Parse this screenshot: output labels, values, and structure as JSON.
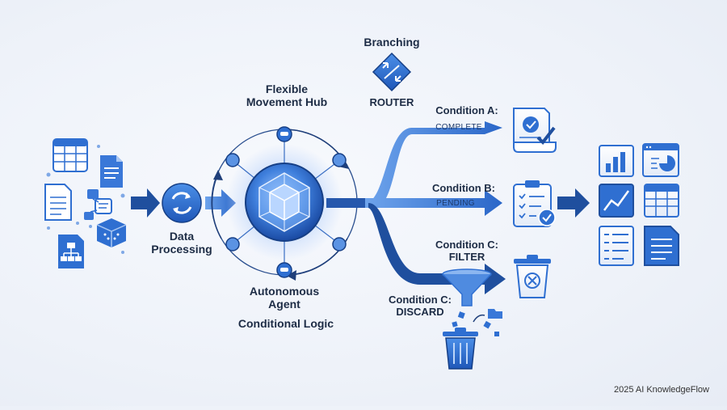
{
  "labels": {
    "branching": "Branching",
    "router": "ROUTER",
    "hub_line1": "Flexible",
    "hub_line2": "Movement Hub",
    "data_line1": "Data",
    "data_line2": "Processing",
    "agent_line1": "Autonomous",
    "agent_line2": "Agent",
    "conditional_logic": "Conditional Logic",
    "cond_a": "Condition A:",
    "cond_a_sub": "COMPLETE",
    "cond_b": "Condition B:",
    "cond_b_sub": "PENDING",
    "cond_c_filter_line1": "Condition C:",
    "cond_c_filter_line2": "FILTER",
    "cond_c_discard_line1": "Condition C:",
    "cond_c_discard_line2": "DISCARD"
  },
  "footer": "2025 AI KnowledgeFlow",
  "colors": {
    "primary": "#2f6fd1",
    "dark": "#1f4f9e",
    "light": "#dbe6f7",
    "text": "#1d2c45"
  },
  "icons": {
    "inputs": [
      "spreadsheet-icon",
      "document-icon",
      "document-icon",
      "network-icon",
      "cube-icon",
      "hierarchy-icon"
    ],
    "processing": "refresh-icon",
    "hub": "hexagon-cube-icon",
    "router": "router-arrows-icon",
    "outputs": [
      "certificate-check-icon",
      "clipboard-check-icon",
      "trash-x-icon",
      "funnel-icon",
      "trash-icon"
    ],
    "dashboards": [
      "bar-chart-icon",
      "pie-chart-icon",
      "line-chart-icon",
      "table-icon",
      "list-icon",
      "document-list-icon"
    ]
  }
}
